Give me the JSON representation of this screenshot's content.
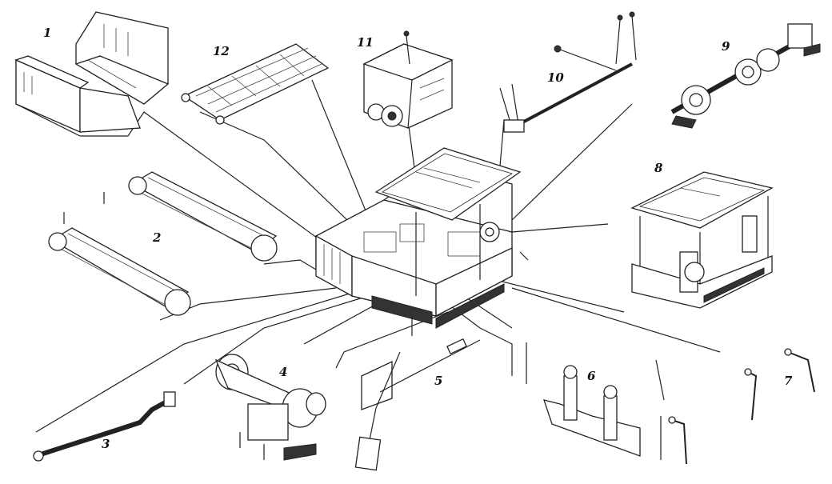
{
  "labels": {
    "l1": "1",
    "l2": "2",
    "l3": "3",
    "l4": "4",
    "l5": "5",
    "l6": "6",
    "l7": "7",
    "l8": "8",
    "l9": "9",
    "l10": "10",
    "l11": "11",
    "l12": "12"
  },
  "colors": {
    "ink": "#222222",
    "paper": "#ffffff"
  }
}
